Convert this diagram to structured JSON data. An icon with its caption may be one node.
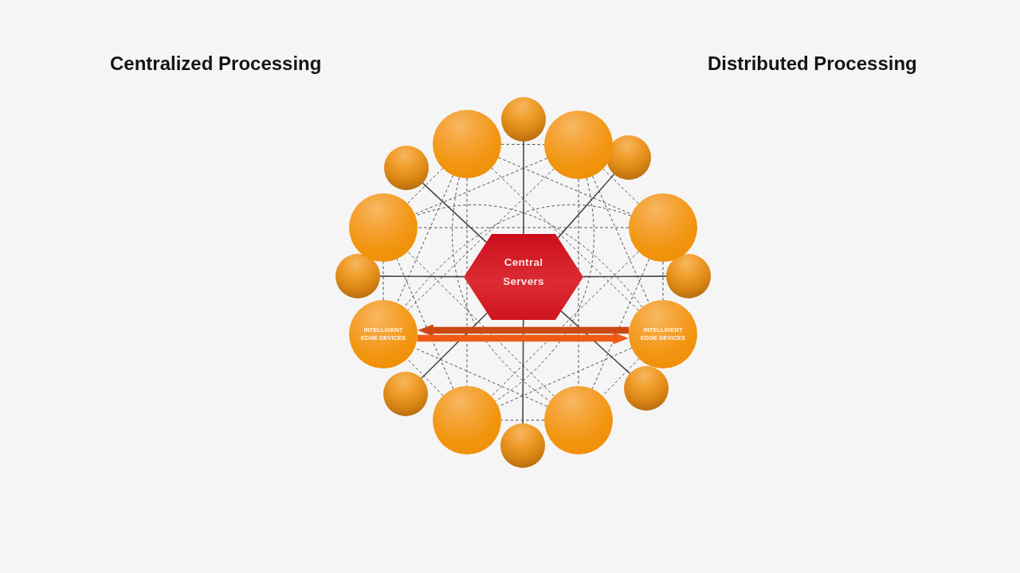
{
  "diagram": {
    "nodes": [
      {
        "text": [],
        "shape": "circle"
      },
      {
        "text": [],
        "shape": "circle"
      },
      {
        "text": [],
        "shape": "circle"
      },
      {
        "text": [],
        "shape": "circle"
      },
      {
        "text": [],
        "shape": "circle"
      },
      {
        "text": [],
        "shape": "circle"
      },
      {
        "text": [],
        "shape": "circle"
      },
      {
        "text": [],
        "shape": "circle"
      },
      {
        "text": [
          "Central Servers"
        ]
      },
      {
        "text": [],
        "shape": "circle"
      },
      {
        "text": [
          "INTELLIGENT EDGE DEVICES"
        ]
      },
      {
        "text": [
          "INTELLIGENT EDGE DEVICES"
        ]
      },
      {
        "text": [],
        "shape": "circle"
      },
      {
        "text": [],
        "shape": "circle"
      },
      {
        "text": [],
        "shape": "circle"
      },
      {
        "text": [],
        "shape": "circle"
      },
      {
        "text": [],
        "shape": "circle"
      }
    ],
    "edges": [
      {
        "from": 8,
        "to": 1,
        "arrow": "none"
      },
      {
        "from": 8,
        "to": 3,
        "arrow": "none"
      },
      {
        "from": 8,
        "to": 4,
        "arrow": "none"
      },
      {
        "from": 8,
        "to": 7,
        "arrow": "none"
      },
      {
        "from": 8,
        "to": 9,
        "arrow": "none"
      },
      {
        "from": 8,
        "to": 12,
        "arrow": "none"
      },
      {
        "from": 8,
        "to": 13,
        "arrow": "none"
      },
      {
        "from": 8,
        "to": 15,
        "arrow": "none"
      },
      {
        "from": 0,
        "to": 2,
        "arrow": "none",
        "style": "dashed"
      },
      {
        "from": 0,
        "to": 6,
        "arrow": "none",
        "style": "dashed"
      },
      {
        "from": 0,
        "to": 11,
        "arrow": "none",
        "style": "dashed"
      },
      {
        "from": 0,
        "to": 16,
        "arrow": "none",
        "style": "dashed"
      },
      {
        "from": 0,
        "to": 14,
        "arrow": "none",
        "style": "dashed"
      },
      {
        "from": 0,
        "to": 10,
        "arrow": "none",
        "style": "dashed"
      },
      {
        "from": 0,
        "to": 5,
        "arrow": "none",
        "style": "dashed"
      },
      {
        "from": 2,
        "to": 6,
        "arrow": "none",
        "style": "dashed"
      },
      {
        "from": 2,
        "to": 11,
        "arrow": "none",
        "style": "dashed"
      },
      {
        "from": 2,
        "to": 16,
        "arrow": "none",
        "style": "dashed"
      },
      {
        "from": 2,
        "to": 14,
        "arrow": "none",
        "style": "dashed"
      },
      {
        "from": 2,
        "to": 10,
        "arrow": "none",
        "style": "dashed"
      },
      {
        "from": 2,
        "to": 5,
        "arrow": "none",
        "style": "dashed"
      },
      {
        "from": 6,
        "to": 11,
        "arrow": "none",
        "style": "dashed"
      },
      {
        "from": 6,
        "to": 16,
        "arrow": "none",
        "style": "dashed"
      },
      {
        "from": 6,
        "to": 14,
        "arrow": "none",
        "style": "dashed"
      },
      {
        "from": 6,
        "to": 10,
        "arrow": "none",
        "style": "dashed"
      },
      {
        "from": 6,
        "to": 5,
        "arrow": "none",
        "style": "dashed"
      },
      {
        "from": 11,
        "to": 16,
        "arrow": "none",
        "style": "dashed"
      },
      {
        "from": 11,
        "to": 14,
        "arrow": "none",
        "style": "dashed"
      },
      {
        "from": 11,
        "to": 5,
        "arrow": "none",
        "style": "dashed"
      },
      {
        "from": 16,
        "to": 14,
        "arrow": "none",
        "style": "dashed"
      },
      {
        "from": 16,
        "to": 10,
        "arrow": "none",
        "style": "dashed"
      },
      {
        "from": 16,
        "to": 5,
        "arrow": "none",
        "style": "dashed"
      },
      {
        "from": 14,
        "to": 10,
        "arrow": "none",
        "style": "dashed"
      },
      {
        "from": 14,
        "to": 5,
        "arrow": "none",
        "style": "dashed"
      },
      {
        "from": 10,
        "to": 5,
        "arrow": "none",
        "style": "dashed"
      },
      {
        "from": 11,
        "to": 10,
        "arrow": "to",
        "style": "thick",
        "color": "#cc4812"
      },
      {
        "from": 10,
        "to": 11,
        "arrow": "to",
        "style": "thick",
        "color": "#ef5b16"
      }
    ],
    "labels": [
      "Centralized Processing",
      "Distributed Processing"
    ]
  }
}
